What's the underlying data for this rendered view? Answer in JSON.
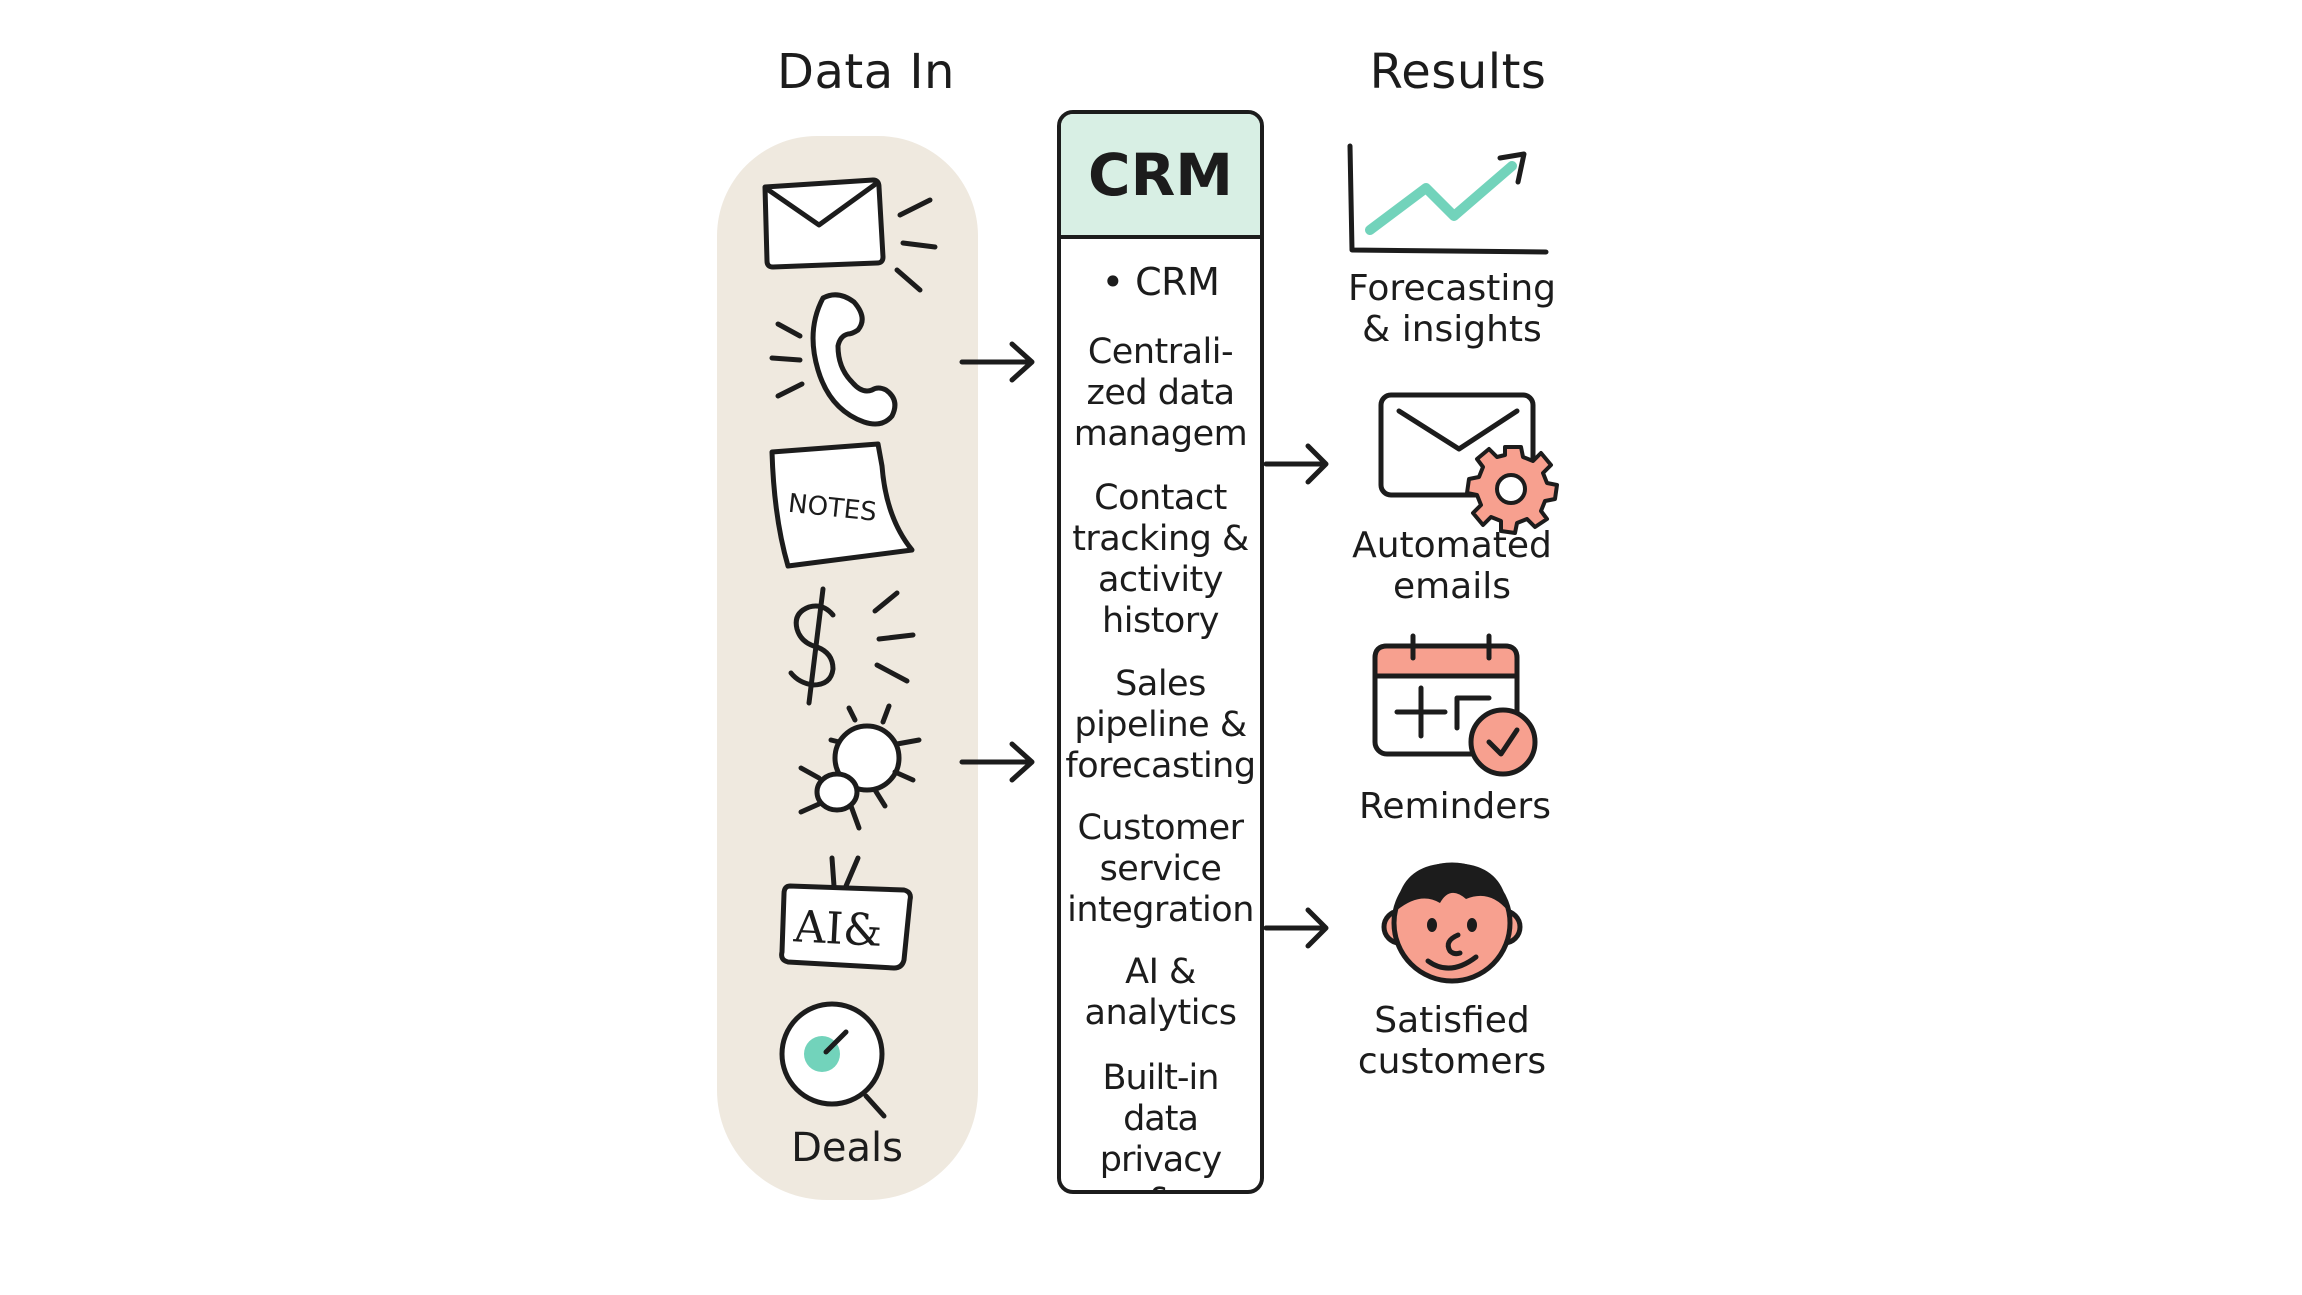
{
  "columns": {
    "input": {
      "title": "Data In",
      "icons": [
        "email-icon",
        "phone-icon",
        "notes-icon",
        "dollar-icon",
        "bug-icon",
        "ai-tv-icon",
        "deals-magnifier-icon"
      ],
      "notes_text": "NOTES",
      "ai_text": "AI&",
      "footer_label": "Deals"
    },
    "crm": {
      "header": "CRM",
      "items": [
        "• CRM",
        "Centrali-\nzed data\nmanagem",
        "Contact\ntracking &\nactivity\nhistory",
        "Sales\npipeline &\nforecasting",
        "Customer\nservice\nintegration",
        "AI &\nanalytics",
        "Built-in\ndata privacy\n& compliance"
      ]
    },
    "results": {
      "title": "Results",
      "items": [
        {
          "icon": "growth-chart-icon",
          "label": "Forecasting\n& insights"
        },
        {
          "icon": "email-gear-icon",
          "label": "Automated\nemails"
        },
        {
          "icon": "calendar-check-icon",
          "label": "Reminders"
        },
        {
          "icon": "happy-face-icon",
          "label": "Satisfied\ncustomers"
        }
      ]
    }
  },
  "colors": {
    "panel_bg": "#efe9df",
    "crm_header_bg": "#d8efe4",
    "teal_accent": "#72d3bb",
    "salmon_accent": "#f7a08f",
    "ink": "#1c1c1c"
  }
}
